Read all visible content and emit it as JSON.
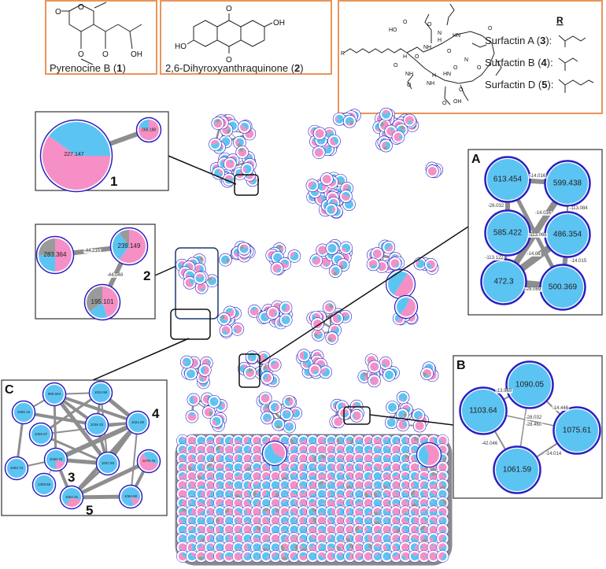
{
  "colors": {
    "pink": "#F58FC5",
    "blue": "#5CC4F2",
    "gray": "#9A9A9A",
    "node_border": "#2B1FC2",
    "box_border": "#E8955A",
    "edge": "#8E8E8E"
  },
  "compounds": {
    "c1": {
      "name": "Pyrenocine B (",
      "num": "1",
      "close": ")",
      "atoms": [
        "O",
        "O",
        "O",
        "O",
        "OH"
      ]
    },
    "c2": {
      "name": "2,6-Dihyroxyanthraquinone (",
      "num": "2",
      "close": ")",
      "atoms": [
        "O",
        "OH",
        "HO",
        "O"
      ]
    },
    "c3": {
      "r_header": "R",
      "atoms": [
        "HO",
        "O",
        "O",
        "H",
        "N",
        "HN",
        "O",
        "NH",
        "R",
        "O",
        "H",
        "O",
        "NH",
        "O",
        "NH",
        "HN",
        "O",
        "H",
        "N",
        "O",
        "O",
        "OH",
        "O",
        "O"
      ],
      "variants": [
        {
          "name": "Surfactin A (",
          "num": "3",
          "close": "):"
        },
        {
          "name": "Surfactin B (",
          "num": "4",
          "close": "):"
        },
        {
          "name": "Surfactin D (",
          "num": "5",
          "close": "):"
        }
      ]
    }
  },
  "panel_1": {
    "label": "1",
    "nodes": [
      {
        "label": "227.147",
        "fractions": [
          0.6,
          0.4,
          0
        ]
      },
      {
        "label": "268.188",
        "fractions": [
          0.8,
          0.2,
          0
        ]
      }
    ],
    "edges": []
  },
  "panel_2": {
    "label": "2",
    "nodes": [
      {
        "label": "283.364",
        "fractions": [
          0.5,
          0.25,
          0.25
        ]
      },
      {
        "label": "239.149",
        "fractions": [
          0.6,
          0.3,
          0.1
        ]
      },
      {
        "label": "195.101",
        "fractions": [
          0.45,
          0.2,
          0.35
        ]
      }
    ],
    "edges": [
      {
        "label": "-44.215"
      },
      {
        "label": "-44.048"
      }
    ]
  },
  "panel_a": {
    "title": "A",
    "nodes": [
      {
        "label": "613.454"
      },
      {
        "label": "599.438"
      },
      {
        "label": "585.422"
      },
      {
        "label": "486.354"
      },
      {
        "label": "472.3"
      },
      {
        "label": "500.369"
      }
    ],
    "edges": [
      {
        "label": "-14.016"
      },
      {
        "label": "-28.032"
      },
      {
        "label": "-14.016"
      },
      {
        "label": "-113.084"
      },
      {
        "label": "-113.065"
      },
      {
        "label": "-113.122"
      },
      {
        "label": "-14.06"
      },
      {
        "label": "-14.015"
      },
      {
        "label": "-28.069"
      }
    ]
  },
  "panel_b": {
    "title": "B",
    "nodes": [
      {
        "label": "1090.05"
      },
      {
        "label": "1103.64"
      },
      {
        "label": "1075.61"
      },
      {
        "label": "1061.59"
      }
    ],
    "edges": [
      {
        "label": "-13.969"
      },
      {
        "label": "-14.446"
      },
      {
        "label": "-28.032"
      },
      {
        "label": "-28.460"
      },
      {
        "label": "-42.046"
      },
      {
        "label": "-14.014"
      }
    ]
  },
  "panel_c": {
    "title": "C",
    "labels": {
      "c3": "3",
      "c4": "4",
      "c5": "5"
    },
    "nodes": [
      {
        "label": "993.604"
      },
      {
        "label": "1024.58"
      },
      {
        "label": "1050.16"
      },
      {
        "label": "1036.33"
      },
      {
        "label": "1021.60"
      },
      {
        "label": "1026.07"
      },
      {
        "label": "1036.72",
        "pink": 0.2
      },
      {
        "label": "1007.60"
      },
      {
        "label": "1053.74"
      },
      {
        "label": "1078.76",
        "pink": 0.6
      },
      {
        "label": "1309.66"
      },
      {
        "label": "1062.31",
        "pink": 0.3
      },
      {
        "label": "1064.60",
        "pink": 0.15
      }
    ]
  }
}
